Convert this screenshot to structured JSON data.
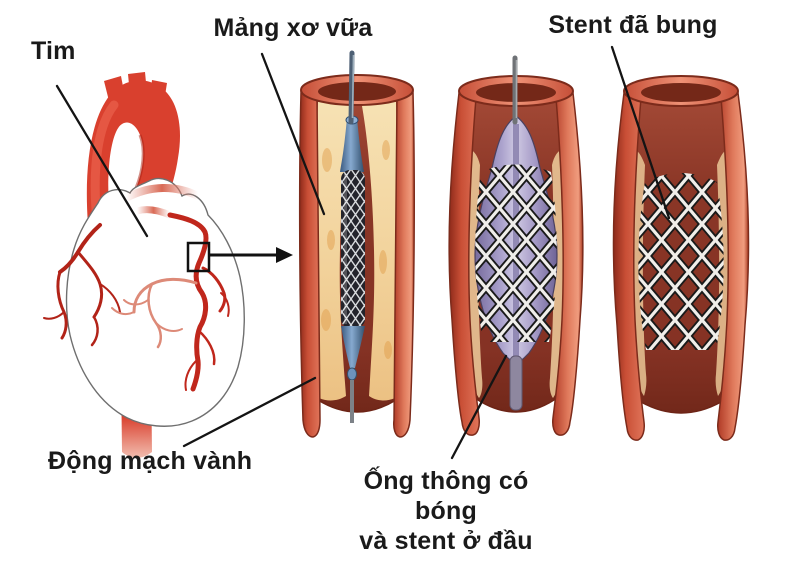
{
  "diagram": {
    "labels": {
      "heart": "Tim",
      "plaque": "Mảng xơ vữa",
      "stent_expanded": "Stent đã bung",
      "coronary_artery": "Động mạch vành",
      "catheter_line1": "Ống thông có bóng",
      "catheter_line2": "và stent ở đầu"
    },
    "colors": {
      "background": "#ffffff",
      "text": "#1a1a1a",
      "leader_line": "#141414",
      "heart_vessel_red": "#d9402e",
      "artery_wall": "#d4603f",
      "artery_rim": "#ef9276",
      "lumen_dark": "#7c2d1f",
      "plaque_yellow": "#f2d29b",
      "balloon_lavender": "#a89dc9",
      "catheter_blue": "#5d82ad",
      "stent_mesh_light": "#f0eeea",
      "guidewire_gray": "#6f7276"
    }
  }
}
